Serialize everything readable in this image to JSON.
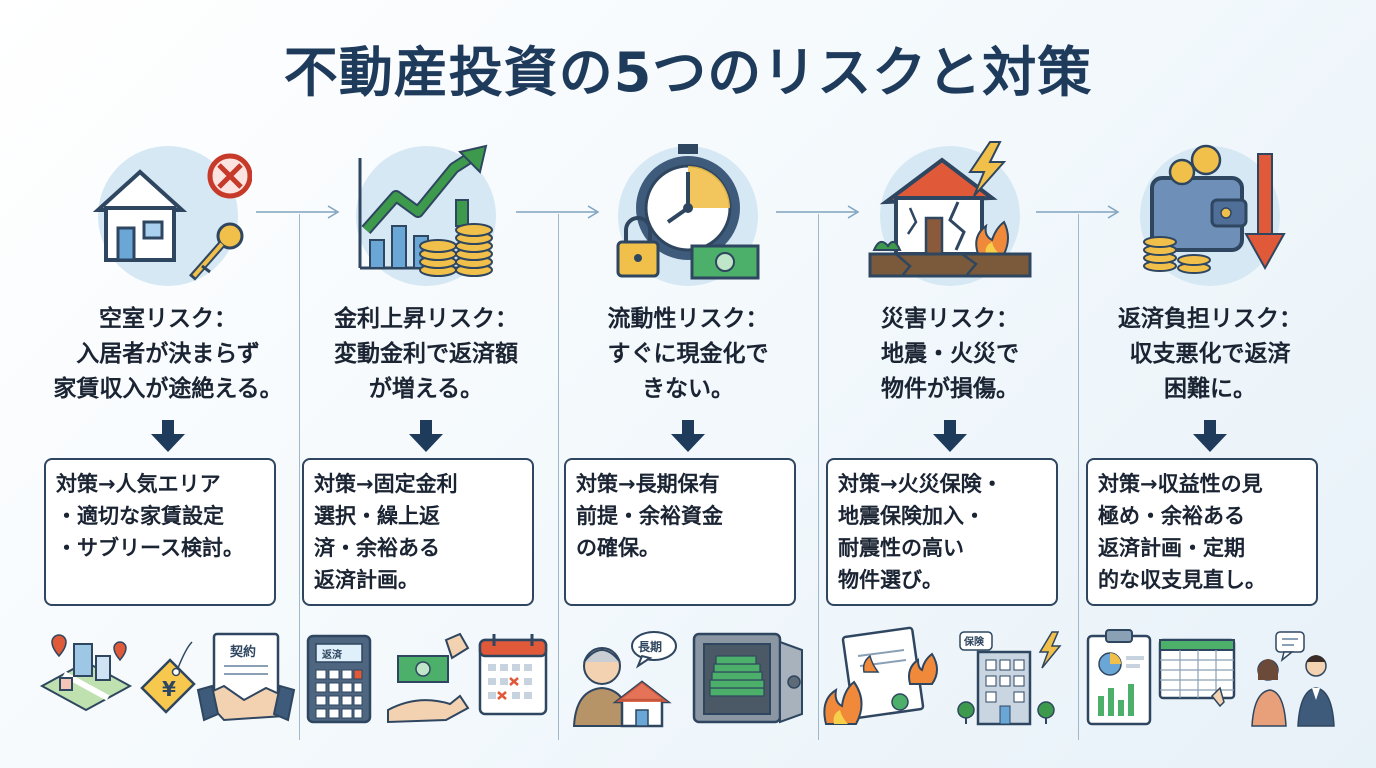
{
  "title": "不動産投資の5つのリスクと対策",
  "colors": {
    "title": "#1f3b5c",
    "navy": "#2f4660",
    "accent_green": "#3d9a4c",
    "accent_red": "#e05a3a",
    "gold": "#e8b53a",
    "icon_bg": "#d6e8f4"
  },
  "risks": [
    {
      "icon": "vacancy-house-key-icon",
      "lines": [
        "空室リスク：",
        "入居者が決まらず",
        "家賃収入が途絶える。"
      ],
      "measure": [
        "対策→人気エリア",
        "・適切な家賃設定",
        "・サブリース検討。"
      ],
      "illustrations": [
        "city-map-icon",
        "price-tag-icon",
        "contract-handshake-icon"
      ],
      "illustration_texts": [
        "¥",
        "契約"
      ]
    },
    {
      "icon": "rising-chart-coins-icon",
      "lines": [
        "金利上昇リスク：",
        "変動金利で返済額",
        "が増える。"
      ],
      "measure": [
        "対策→固定金利",
        "選択・繰上返",
        "済・余裕ある",
        "返済計画。"
      ],
      "illustrations": [
        "calculator-icon",
        "money-hand-icon",
        "calendar-icon"
      ],
      "illustration_texts": [
        "返済"
      ]
    },
    {
      "icon": "stopwatch-lock-cash-icon",
      "lines": [
        "流動性リスク：",
        "すぐに現金化で",
        "きない。"
      ],
      "measure": [
        "対策→長期保有",
        "前提・余裕資金",
        "の確保。"
      ],
      "illustrations": [
        "elderly-owner-icon",
        "safe-icon"
      ],
      "illustration_texts": [
        "長期"
      ]
    },
    {
      "icon": "disaster-house-icon",
      "lines": [
        "災害リスク：",
        "地震・火災で",
        "物件が損傷。"
      ],
      "measure": [
        "対策→火災保険・",
        "地震保険加入・",
        "耐震性の高い",
        "物件選び。"
      ],
      "illustrations": [
        "fire-insurance-icon",
        "building-icon"
      ],
      "illustration_texts": [
        "保険"
      ]
    },
    {
      "icon": "wallet-down-arrow-icon",
      "lines": [
        "返済負担リスク：",
        "収支悪化で返済",
        "困難に。"
      ],
      "measure": [
        "対策→収益性の見",
        "極め・余裕ある",
        "返済計画・定期",
        "的な収支見直し。"
      ],
      "illustrations": [
        "clipboard-chart-icon",
        "spreadsheet-icon",
        "consultation-icon"
      ],
      "illustration_texts": []
    }
  ]
}
